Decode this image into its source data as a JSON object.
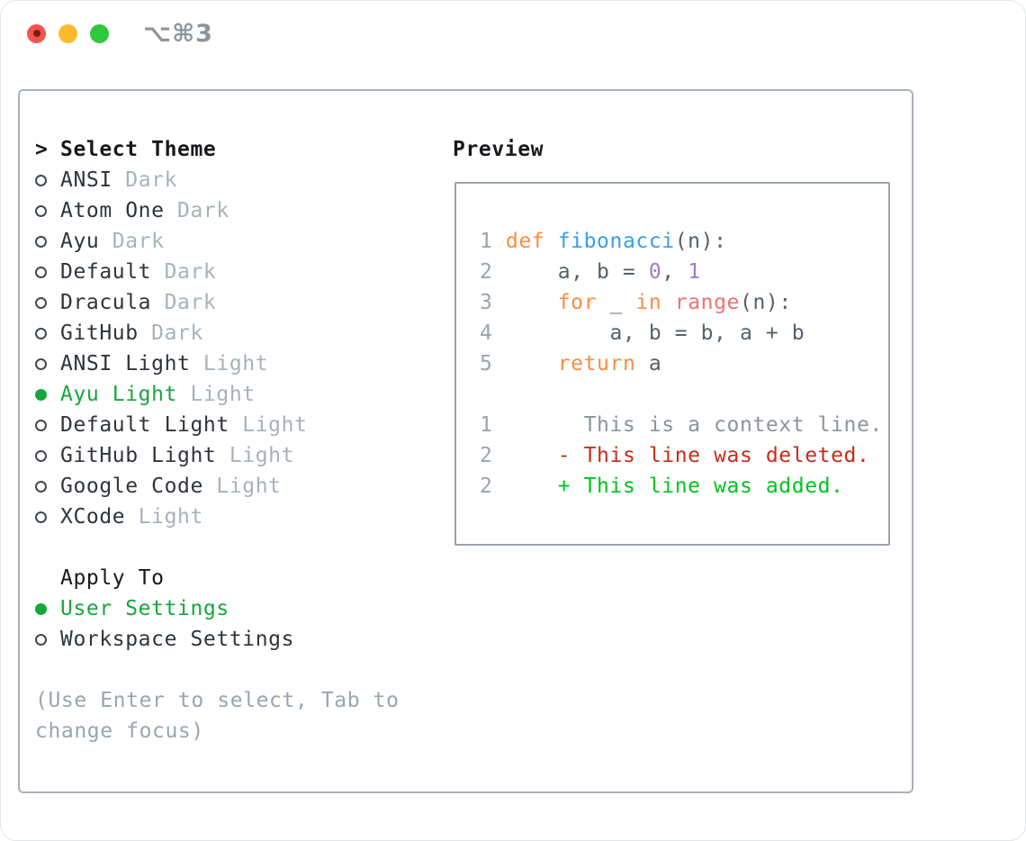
{
  "window": {
    "title": "⌥⌘3",
    "traffic_lights": [
      "close",
      "minimize",
      "zoom"
    ]
  },
  "theme_list": {
    "prompt": ">",
    "header": "Select Theme",
    "items": [
      {
        "name": "ANSI",
        "tag": "Dark",
        "selected": false
      },
      {
        "name": "Atom One",
        "tag": "Dark",
        "selected": false
      },
      {
        "name": "Ayu",
        "tag": "Dark",
        "selected": false
      },
      {
        "name": "Default",
        "tag": "Dark",
        "selected": false
      },
      {
        "name": "Dracula",
        "tag": "Dark",
        "selected": false
      },
      {
        "name": "GitHub",
        "tag": "Dark",
        "selected": false
      },
      {
        "name": "ANSI Light",
        "tag": "Light",
        "selected": false
      },
      {
        "name": "Ayu Light",
        "tag": "Light",
        "selected": true
      },
      {
        "name": "Default Light",
        "tag": "Light",
        "selected": false
      },
      {
        "name": "GitHub Light",
        "tag": "Light",
        "selected": false
      },
      {
        "name": "Google Code",
        "tag": "Light",
        "selected": false
      },
      {
        "name": "XCode",
        "tag": "Light",
        "selected": false
      }
    ]
  },
  "apply_to": {
    "header": "Apply To",
    "options": [
      {
        "label": "User Settings",
        "selected": true
      },
      {
        "label": "Workspace Settings",
        "selected": false
      }
    ]
  },
  "hint": "(Use Enter to select, Tab to change focus)",
  "preview": {
    "header": "Preview",
    "lines": [
      {
        "segs": [
          {
            "t": "1",
            "c": "num"
          },
          {
            "t": " ",
            "c": "plain"
          },
          {
            "t": "def",
            "c": "kw"
          },
          {
            "t": " ",
            "c": "plain"
          },
          {
            "t": "fibonacci",
            "c": "fn"
          },
          {
            "t": "(n):",
            "c": "plain"
          }
        ]
      },
      {
        "segs": [
          {
            "t": "2",
            "c": "num"
          },
          {
            "t": "     a, b = ",
            "c": "plain"
          },
          {
            "t": "0",
            "c": "const"
          },
          {
            "t": ", ",
            "c": "plain"
          },
          {
            "t": "1",
            "c": "const"
          }
        ]
      },
      {
        "segs": [
          {
            "t": "3",
            "c": "num"
          },
          {
            "t": "     ",
            "c": "plain"
          },
          {
            "t": "for",
            "c": "kw"
          },
          {
            "t": " _ ",
            "c": "plain"
          },
          {
            "t": "in",
            "c": "kw"
          },
          {
            "t": " ",
            "c": "plain"
          },
          {
            "t": "range",
            "c": "builtin"
          },
          {
            "t": "(n):",
            "c": "plain"
          }
        ]
      },
      {
        "segs": [
          {
            "t": "4",
            "c": "num"
          },
          {
            "t": "         a, b = b, a + b",
            "c": "plain"
          }
        ]
      },
      {
        "segs": [
          {
            "t": "5",
            "c": "num"
          },
          {
            "t": "     ",
            "c": "plain"
          },
          {
            "t": "return",
            "c": "kw"
          },
          {
            "t": " a",
            "c": "plain"
          }
        ]
      },
      {
        "segs": []
      },
      {
        "segs": [
          {
            "t": "1",
            "c": "num"
          },
          {
            "t": "       ",
            "c": "plain"
          },
          {
            "t": "This is a context line.",
            "c": "ctx"
          }
        ]
      },
      {
        "segs": [
          {
            "t": "2",
            "c": "num"
          },
          {
            "t": "     ",
            "c": "plain"
          },
          {
            "t": "- This line was deleted.",
            "c": "del"
          }
        ]
      },
      {
        "segs": [
          {
            "t": "2",
            "c": "num"
          },
          {
            "t": "     ",
            "c": "plain"
          },
          {
            "t": "+ This line was added.",
            "c": "add"
          }
        ]
      }
    ]
  },
  "colors": {
    "accent_green": "#17a63c",
    "added_green": "#00c41e",
    "deleted_red": "#c62c18",
    "keyword_orange": "#fa8d3e",
    "function_blue": "#399ee6",
    "constant_purple": "#a37acc",
    "builtin_coral": "#f07171",
    "code_text": "#56606a",
    "line_number_gray": "#9aa3ae",
    "context_gray": "#8c949e",
    "tag_gray": "#a8b1bc",
    "item_text": "#2f343c",
    "heading_black": "#17191c",
    "hint_gray": "#9aa5b1",
    "bullet_ring": "#43484f",
    "border_gray": "#a9b1bb",
    "preview_border": "#9ba4af",
    "titlebar_gray": "#8e9499",
    "light_red": "#f5554e",
    "light_red_dot": "#7e1d15",
    "light_yellow": "#fcbb2d",
    "light_green": "#32c83c"
  }
}
